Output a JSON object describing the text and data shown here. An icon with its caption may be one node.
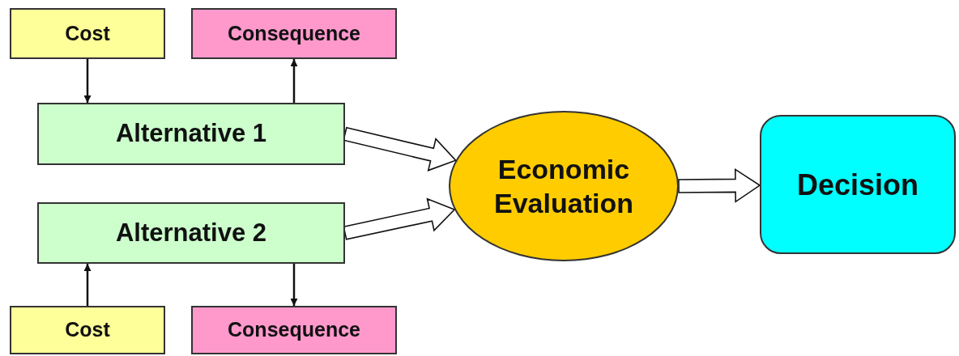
{
  "diagram": {
    "nodes": [
      {
        "text": [
          "Cost"
        ]
      },
      {
        "text": [
          "Consequence"
        ]
      },
      {
        "text": [
          "Alternative 1"
        ]
      },
      {
        "text": [
          "Alternative 2"
        ]
      },
      {
        "text": [
          "Cost"
        ]
      },
      {
        "text": [
          "Consequence"
        ]
      },
      {
        "text": [
          "Economic Evaluation"
        ]
      },
      {
        "text": [
          "Decision"
        ]
      }
    ],
    "edges": [
      {
        "from": 0,
        "to": 2,
        "arrow": "to"
      },
      {
        "from": 2,
        "to": 1,
        "arrow": "to"
      },
      {
        "from": 4,
        "to": 3,
        "arrow": "to"
      },
      {
        "from": 3,
        "to": 5,
        "arrow": "to"
      },
      {
        "from": 2,
        "to": 6,
        "arrow": "to",
        "style": "thick"
      },
      {
        "from": 3,
        "to": 6,
        "arrow": "to",
        "style": "thick"
      },
      {
        "from": 6,
        "to": 7,
        "arrow": "to",
        "style": "thick"
      }
    ]
  }
}
